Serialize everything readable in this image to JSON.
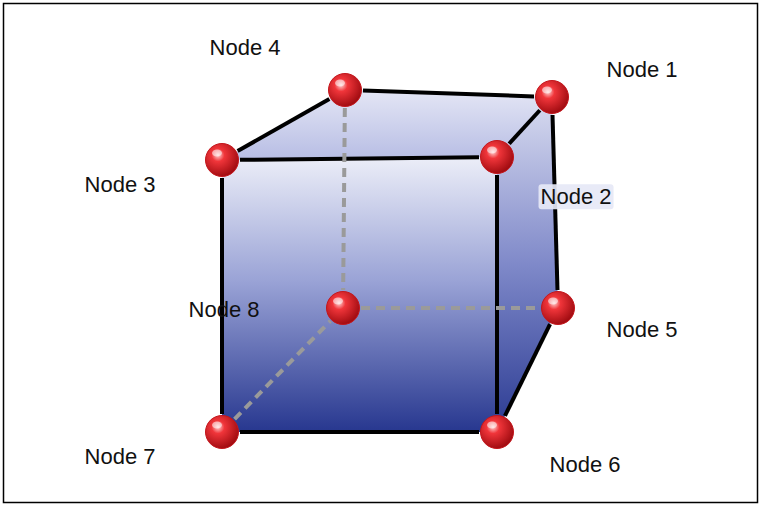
{
  "diagram": {
    "nodes": [
      {
        "text": [
          "Node 4"
        ]
      },
      {
        "text": [
          "Node 1"
        ]
      },
      {
        "text": [
          "Node 3"
        ]
      },
      {
        "text": [
          "Node 2"
        ]
      },
      {
        "text": [
          "Node 8"
        ]
      },
      {
        "text": [
          "Node 5"
        ]
      },
      {
        "text": [
          "Node 7"
        ]
      },
      {
        "text": [
          "Node 6"
        ]
      }
    ],
    "edges": [
      {
        "from": 0,
        "to": 1,
        "arrow": "none"
      },
      {
        "from": 2,
        "to": 3,
        "arrow": "none"
      },
      {
        "from": 0,
        "to": 2,
        "arrow": "none"
      },
      {
        "from": 1,
        "to": 3,
        "arrow": "none"
      },
      {
        "from": 2,
        "to": 6,
        "arrow": "none"
      },
      {
        "from": 3,
        "to": 7,
        "arrow": "none"
      },
      {
        "from": 1,
        "to": 5,
        "arrow": "none"
      },
      {
        "from": 6,
        "to": 7,
        "arrow": "none"
      },
      {
        "from": 7,
        "to": 5,
        "arrow": "none"
      },
      {
        "from": 0,
        "to": 4,
        "arrow": "none"
      },
      {
        "from": 4,
        "to": 5,
        "arrow": "none"
      },
      {
        "from": 6,
        "to": 4,
        "arrow": "none"
      }
    ]
  }
}
